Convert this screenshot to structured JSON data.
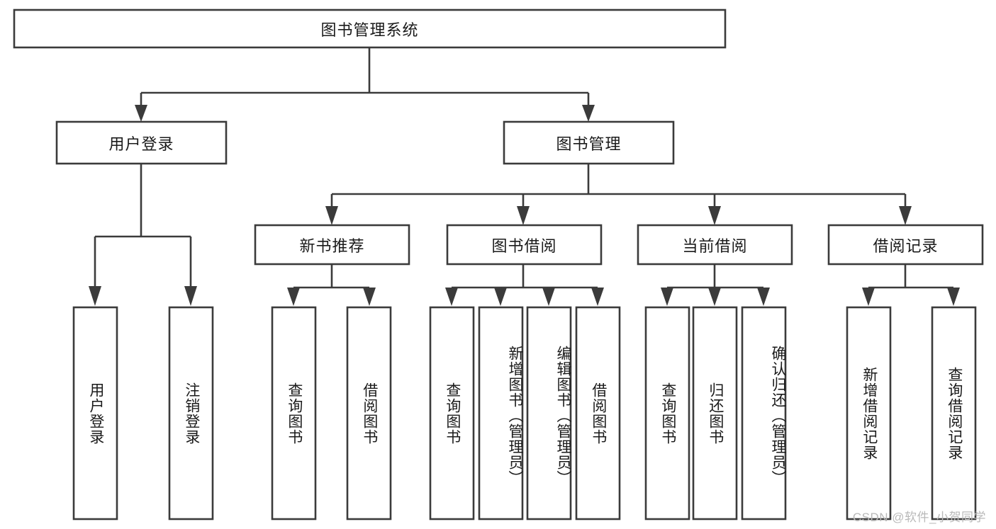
{
  "diagram": {
    "title": "图书管理系统",
    "type": "hierarchy-tree",
    "root": {
      "label": "图书管理系统"
    },
    "level2": [
      {
        "label": "用户登录"
      },
      {
        "label": "图书管理"
      }
    ],
    "level3": [
      {
        "label": "新书推荐"
      },
      {
        "label": "图书借阅"
      },
      {
        "label": "当前借阅"
      },
      {
        "label": "借阅记录"
      }
    ],
    "leaves": {
      "user_login": [
        {
          "label": "用户登录"
        },
        {
          "label": "注销登录"
        }
      ],
      "new_book_recommend": [
        {
          "label": "查询图书"
        },
        {
          "label": "借阅图书"
        }
      ],
      "book_borrow": [
        {
          "label": "查询图书"
        },
        {
          "label": "新增图书（管理员）"
        },
        {
          "label": "编辑图书（管理员）"
        },
        {
          "label": "借阅图书"
        }
      ],
      "current_borrow": [
        {
          "label": "查询图书"
        },
        {
          "label": "归还图书"
        },
        {
          "label": "确认归还（管理员）"
        }
      ],
      "borrow_record": [
        {
          "label": "新增借阅记录"
        },
        {
          "label": "查询借阅记录"
        }
      ]
    }
  },
  "watermark": {
    "text": "CSDN @软件_小贺同学"
  },
  "colors": {
    "stroke": "#3b3b3b",
    "box_fill": "#ffffff",
    "text": "#1a1a1a",
    "watermark": "#b9b9b9",
    "background": "#ffffff"
  }
}
